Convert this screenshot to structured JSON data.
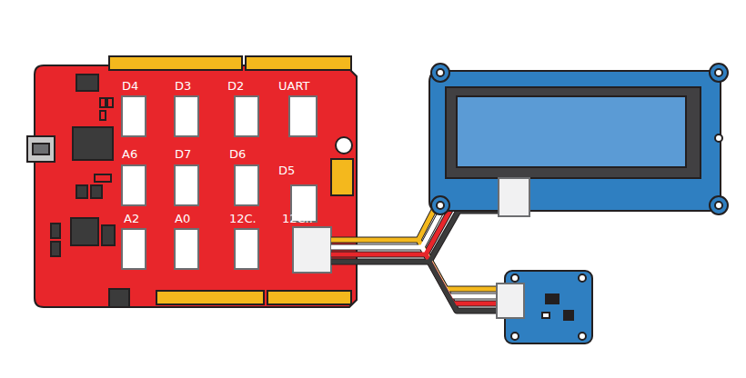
{
  "diagram": {
    "labels": [
      "D4",
      "D3",
      "D2",
      "UART",
      "A6",
      "D7",
      "D6",
      "D5",
      "A2",
      "A0",
      "12C.",
      "12C.."
    ]
  }
}
